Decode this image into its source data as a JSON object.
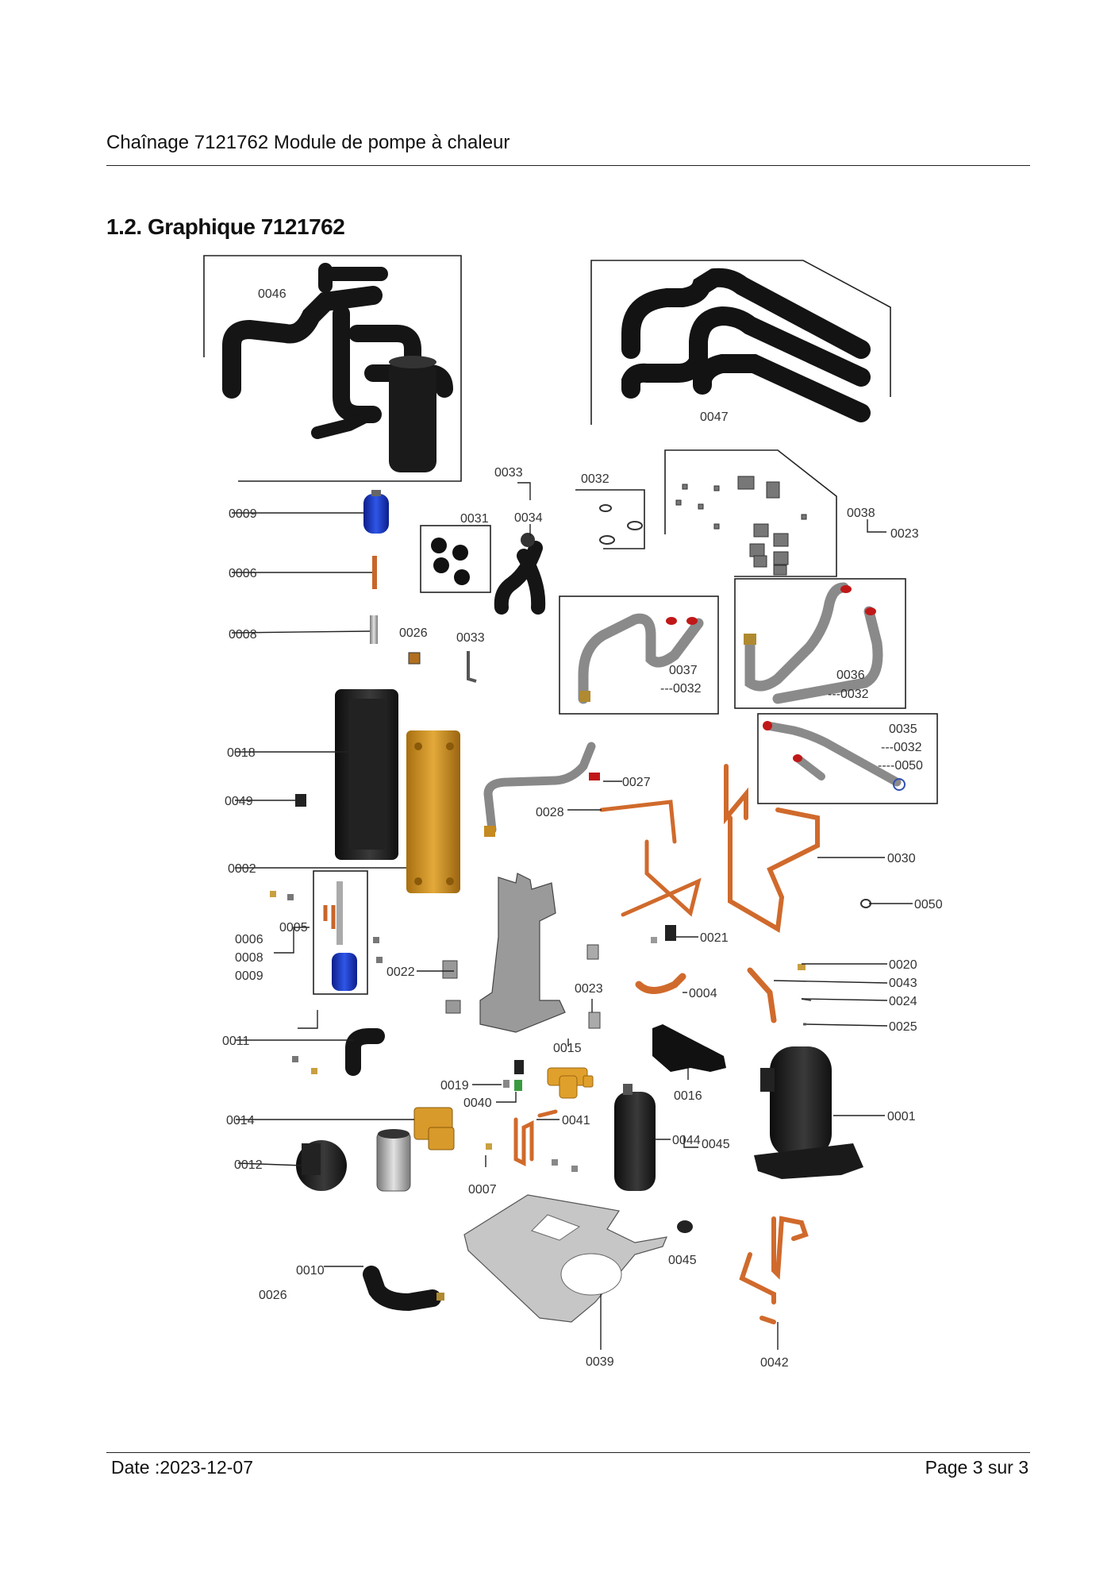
{
  "header": {
    "title": "Chaînage 7121762 Module de pompe à chaleur"
  },
  "section": {
    "heading": "1.2. Graphique 7121762"
  },
  "footer": {
    "date": "Date :2023-12-07",
    "page": "Page 3 sur  3"
  },
  "callouts": {
    "c0046": "0046",
    "c0047": "0047",
    "c0033a": "0033",
    "c0032": "0032",
    "c0009a": "0009",
    "c0031": "0031",
    "c0034": "0034",
    "c0038": "0038",
    "c0023a": "0023",
    "c0006a": "0006",
    "c0008a": "0008",
    "c0026a": "0026",
    "c0033b": "0033",
    "c0037": "0037",
    "c0037s": "---0032",
    "c0036": "0036",
    "c0036s": "---0032",
    "c0035": "0035",
    "c0035s1": "---0032",
    "c0035s2": "----0050",
    "c0018": "0018",
    "c0049": "0049",
    "c0027": "0027",
    "c0028": "0028",
    "c0030": "0030",
    "c0002": "0002",
    "c0050": "0050",
    "c0005": "0005",
    "c0006b": "0006",
    "c0008b": "0008",
    "c0009b": "0009",
    "c0021": "0021",
    "c0022": "0022",
    "c0023b": "0023",
    "c0004": "0004",
    "c0020": "0020",
    "c0043": "0043",
    "c0024": "0024",
    "c0025": "0025",
    "c0011": "0011",
    "c0015": "0015",
    "c0016": "0016",
    "c0019": "0019",
    "c0040": "0040",
    "c0001": "0001",
    "c0014": "0014",
    "c0041": "0041",
    "c0044": "0044",
    "c0045a": "0045",
    "c0012": "0012",
    "c0007": "0007",
    "c0045b": "0045",
    "c0010": "0010",
    "c0026b": "0026",
    "c0039": "0039",
    "c0042": "0042"
  }
}
